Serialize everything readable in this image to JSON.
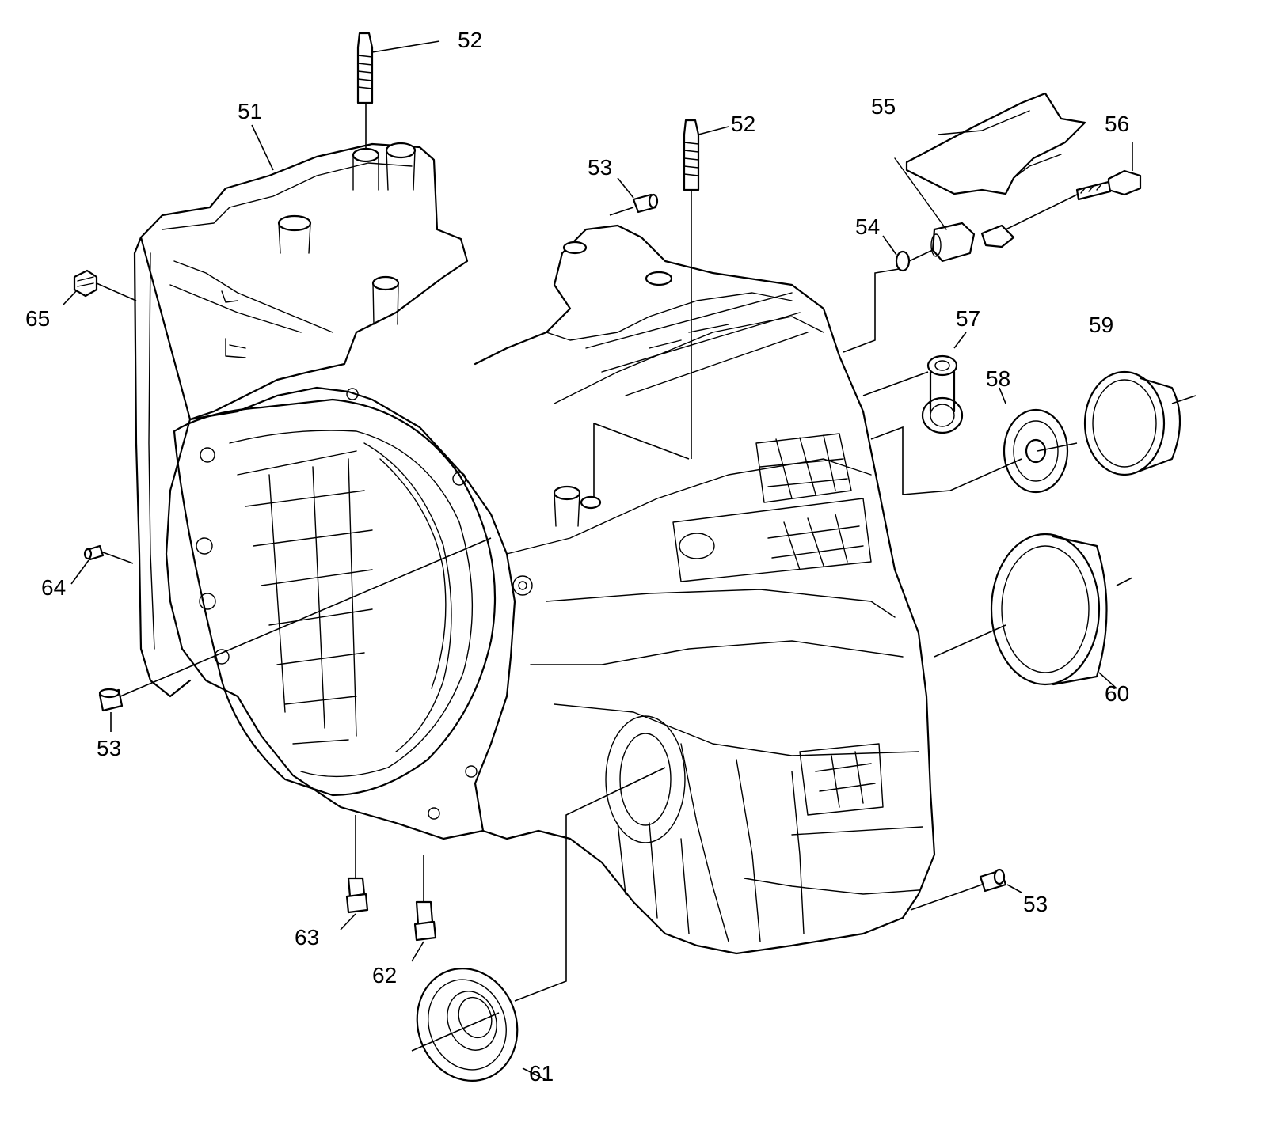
{
  "diagram": {
    "callouts": {
      "c51": "51",
      "c52a": "52",
      "c52b": "52",
      "c53a": "53",
      "c53b": "53",
      "c53c": "53",
      "c54": "54",
      "c55": "55",
      "c56": "56",
      "c57": "57",
      "c58": "58",
      "c59": "59",
      "c60": "60",
      "c61": "61",
      "c62": "62",
      "c63": "63",
      "c64": "64",
      "c65": "65"
    }
  }
}
